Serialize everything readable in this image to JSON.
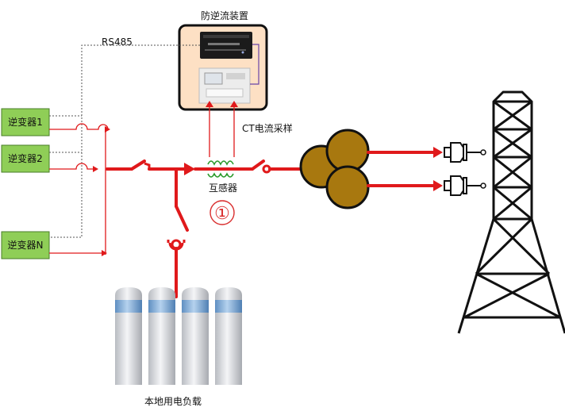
{
  "device": {
    "title": "防逆流装置"
  },
  "comm": {
    "label": "RS485"
  },
  "sampling": {
    "label": "CT电流采样"
  },
  "inverters": [
    {
      "label": "逆变器1"
    },
    {
      "label": "逆变器2"
    },
    {
      "label": "逆变器N"
    }
  ],
  "transformer_ct": {
    "label": "互感器",
    "number": "①"
  },
  "load": {
    "label": "本地用电负载"
  },
  "colors": {
    "line": "#e0191b",
    "inverter_fill": "#8fce57",
    "device_bg": "#fde0c4",
    "transformer": "#a8780f",
    "coil": "#2a9a2a"
  }
}
